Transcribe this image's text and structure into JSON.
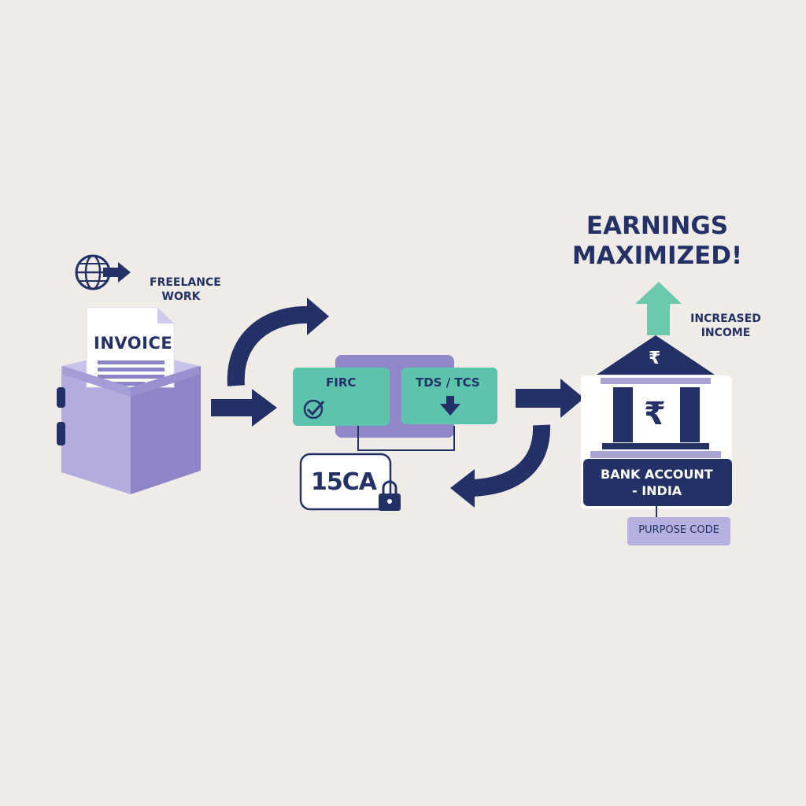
{
  "labels": {
    "freelance_work_line1": "FREELANCE",
    "freelance_work_line2": "WORK",
    "invoice": "INVOICE",
    "firc": "FIRC",
    "tds_tcs": "TDS / TCS",
    "form_15ca": "15CA",
    "earnings_line1": "EARNINGS",
    "earnings_line2": "MAXIMIZED!",
    "increased_income_line1": "INCREASED",
    "increased_income_line2": "INCOME",
    "bank_line1": "BANK ACCOUNT",
    "bank_line2": "- INDIA",
    "purpose_code": "PURPOSE CODE",
    "rupee": "₹"
  },
  "colors": {
    "background": "#efece8",
    "navy": "#233167",
    "teal": "#5ec3ac",
    "lavender": "#a9a3d6",
    "lavender_dark": "#8c84c4",
    "green_arrow": "#6cc9ad"
  },
  "icons": [
    "globe-icon",
    "arrow-right-icon",
    "document-icon",
    "box-icon",
    "check-circle-icon",
    "down-arrow-icon",
    "lock-icon",
    "bank-icon",
    "rupee-icon",
    "up-arrow-icon"
  ]
}
